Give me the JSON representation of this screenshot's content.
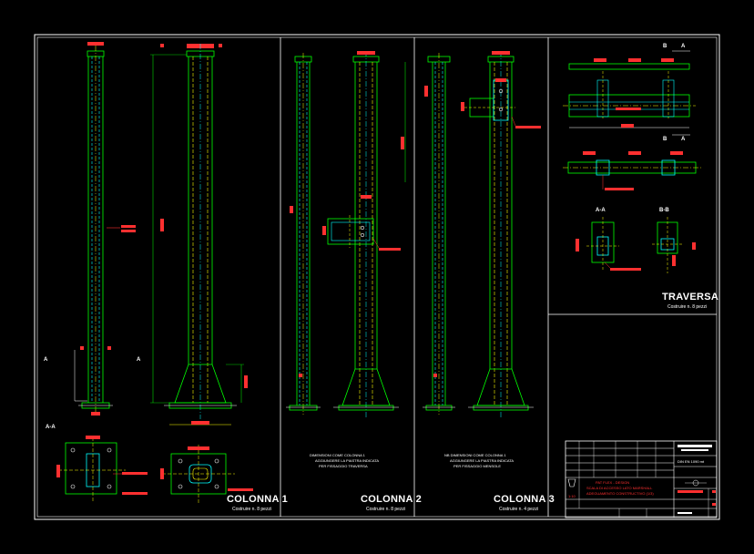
{
  "colors": {
    "background": "#000000",
    "frame": "#ffffff",
    "steel": "#00ff00",
    "center_line": "#ffff00",
    "rebar": "#00ffff",
    "dimension": "#ff3030"
  },
  "column1": {
    "title": "COLONNA 1",
    "subtitle": "Costruire n. 8 pezzi",
    "section_label": "A-A",
    "section_marker_left": "A",
    "section_marker_right": "A"
  },
  "column2": {
    "title": "COLONNA 2",
    "subtitle": "Costruire n. 8 pezzi",
    "note_line1": "DIMENSIONI COME COLONNA 1",
    "note_line2": "AGGIUNGERE LA PIASTRA INDICATA",
    "note_line3": "PER FISSAGGIO TRAVERSA"
  },
  "column3": {
    "title": "COLONNA 3",
    "subtitle": "Costruire n. 4 pezzi",
    "note_line1": "NB DIMENSIONI COME COLONNA 1",
    "note_line2": "AGGIUNGERE LA PIASTRA INDICATA",
    "note_line3": "PER FISSAGGIO MENSOLE"
  },
  "traversa": {
    "title": "TRAVERSA",
    "subtitle": "Costruire n. 8 pezzi",
    "marker_b": "B",
    "marker_a": "A",
    "section_aa": "A-A",
    "section_bb": "B-B"
  },
  "title_block": {
    "line1": "PAT FLEX - DESIGN",
    "line2": "SCALA DI ACCESSO LATO MARSHALL",
    "line3": "ADEGUAMENTO CONSTRUCTIVO (1/3)",
    "din_label": "DIN EN 1090 mt",
    "scale": "1:10"
  }
}
